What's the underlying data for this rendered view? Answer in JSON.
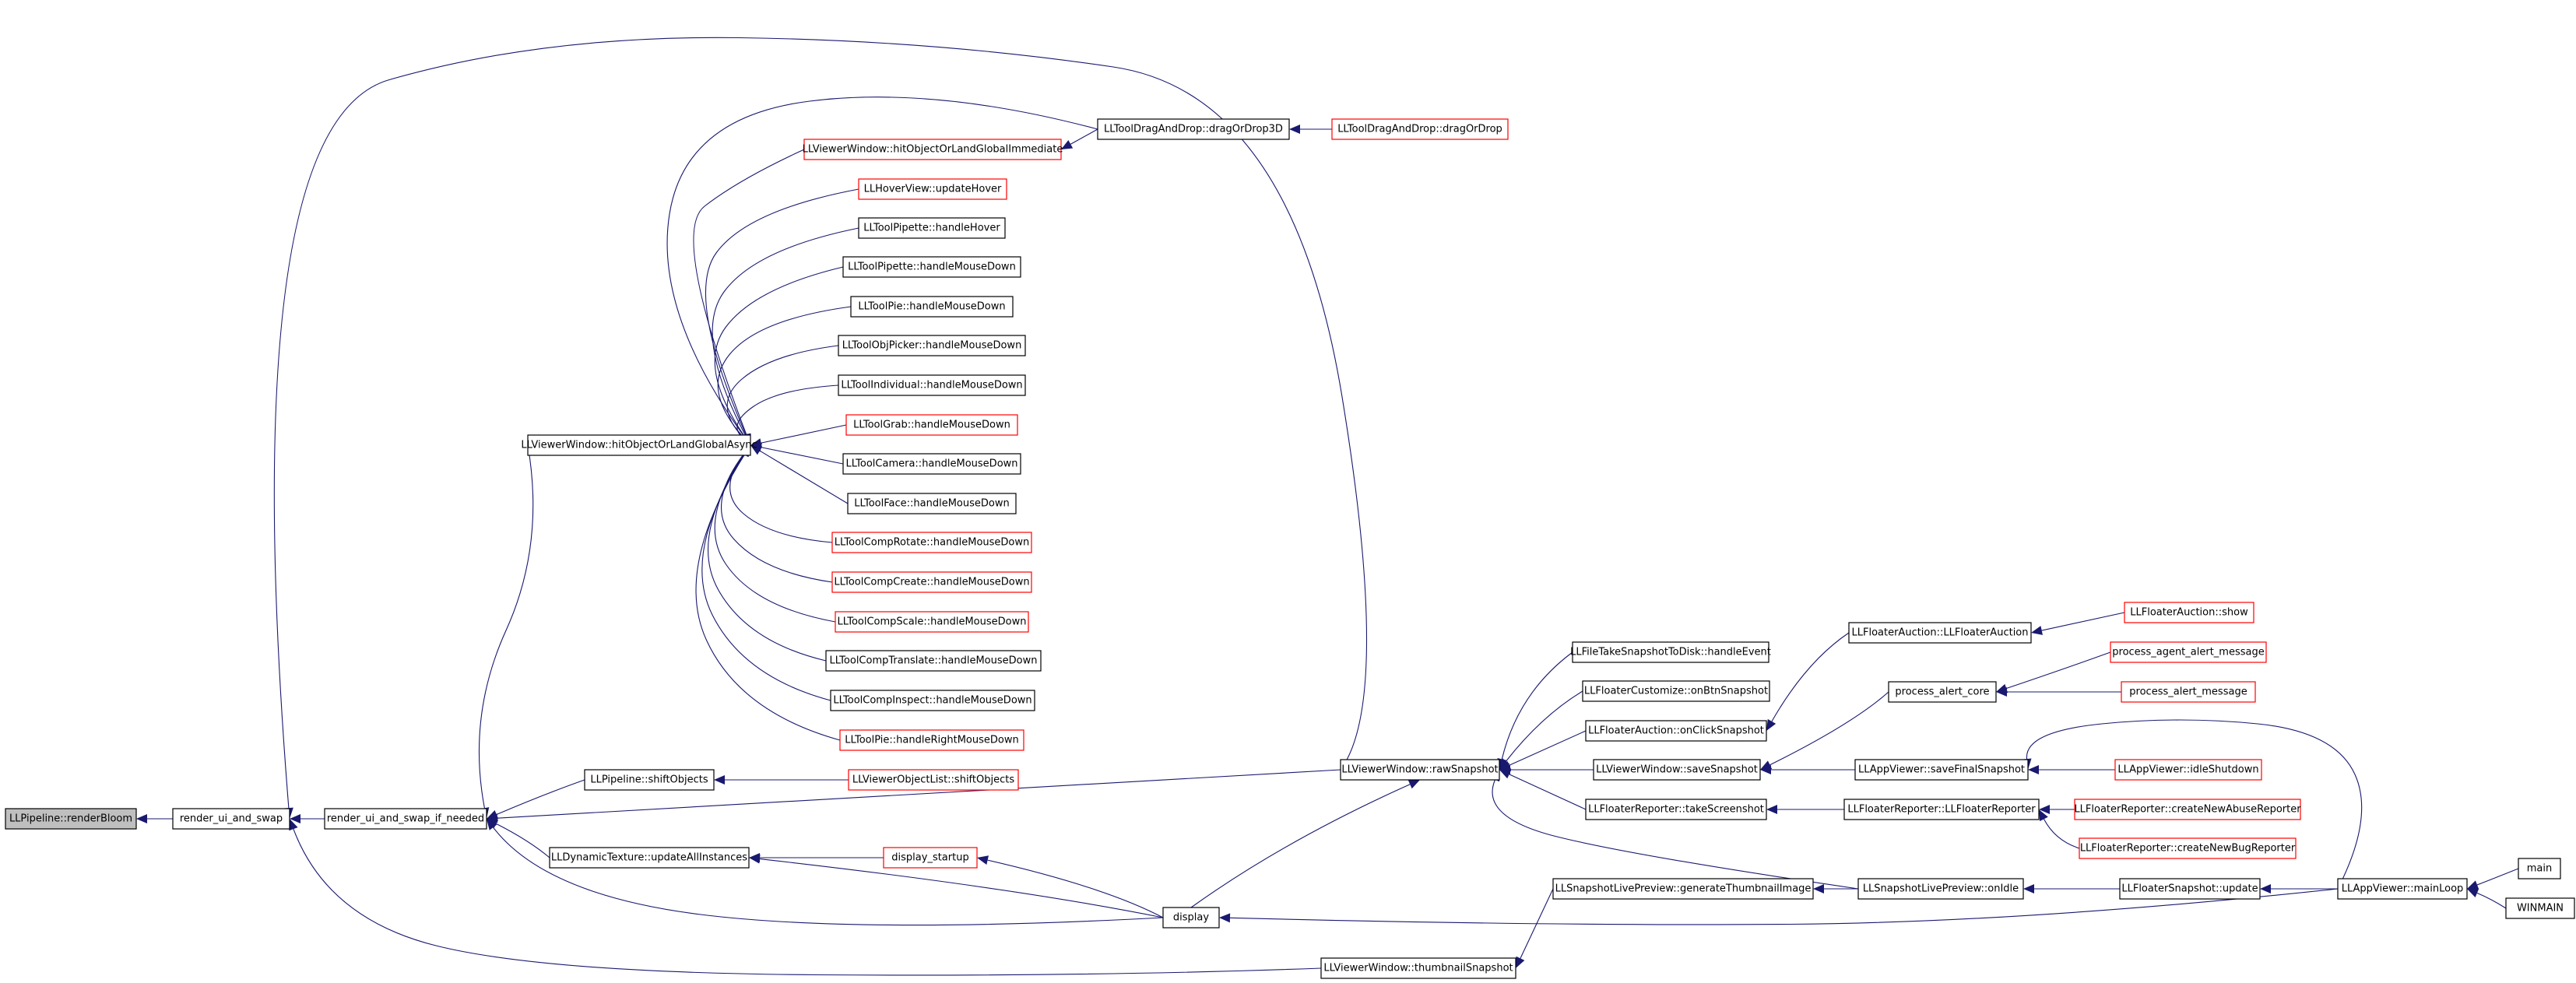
{
  "graph": {
    "edge_color": "#191970",
    "default_border": "#000000",
    "truncated_border": "#ff0000",
    "focus_fill": "#bfbfbf",
    "nodes": [
      {
        "id": "renderBloom",
        "label": "LLPipeline::renderBloom",
        "style": "focus"
      },
      {
        "id": "render_ui_and_swap",
        "label": "render_ui_and_swap",
        "style": "normal"
      },
      {
        "id": "render_ui_and_swap_if_needed",
        "label": "render_ui_and_swap_if_needed",
        "style": "normal"
      },
      {
        "id": "hitAsync",
        "label": "LLViewerWindow::hitObjectOrLandGlobalAsync",
        "style": "normal"
      },
      {
        "id": "hitImmediate",
        "label": "LLViewerWindow::hitObjectOrLandGlobalImmediate",
        "style": "truncated"
      },
      {
        "id": "dragOrDrop3D",
        "label": "LLToolDragAndDrop::dragOrDrop3D",
        "style": "normal"
      },
      {
        "id": "dragOrDrop",
        "label": "LLToolDragAndDrop::dragOrDrop",
        "style": "truncated"
      },
      {
        "id": "hoverUpdate",
        "label": "LLHoverView::updateHover",
        "style": "truncated"
      },
      {
        "id": "pipetteHover",
        "label": "LLToolPipette::handleHover",
        "style": "normal"
      },
      {
        "id": "pipetteDown",
        "label": "LLToolPipette::handleMouseDown",
        "style": "normal"
      },
      {
        "id": "pieDown",
        "label": "LLToolPie::handleMouseDown",
        "style": "normal"
      },
      {
        "id": "objPickerDown",
        "label": "LLToolObjPicker::handleMouseDown",
        "style": "normal"
      },
      {
        "id": "individualDown",
        "label": "LLToolIndividual::handleMouseDown",
        "style": "normal"
      },
      {
        "id": "grabDown",
        "label": "LLToolGrab::handleMouseDown",
        "style": "truncated"
      },
      {
        "id": "cameraDown",
        "label": "LLToolCamera::handleMouseDown",
        "style": "normal"
      },
      {
        "id": "faceDown",
        "label": "LLToolFace::handleMouseDown",
        "style": "normal"
      },
      {
        "id": "compRotateDown",
        "label": "LLToolCompRotate::handleMouseDown",
        "style": "truncated"
      },
      {
        "id": "compCreateDown",
        "label": "LLToolCompCreate::handleMouseDown",
        "style": "truncated"
      },
      {
        "id": "compScaleDown",
        "label": "LLToolCompScale::handleMouseDown",
        "style": "truncated"
      },
      {
        "id": "compTranslateDown",
        "label": "LLToolCompTranslate::handleMouseDown",
        "style": "normal"
      },
      {
        "id": "compInspectDown",
        "label": "LLToolCompInspect::handleMouseDown",
        "style": "normal"
      },
      {
        "id": "pieRightDown",
        "label": "LLToolPie::handleRightMouseDown",
        "style": "truncated"
      },
      {
        "id": "shiftObjects",
        "label": "LLPipeline::shiftObjects",
        "style": "normal"
      },
      {
        "id": "listShift",
        "label": "LLViewerObjectList::shiftObjects",
        "style": "truncated"
      },
      {
        "id": "updateAll",
        "label": "LLDynamicTexture::updateAllInstances",
        "style": "normal"
      },
      {
        "id": "displayStartup",
        "label": "display_startup",
        "style": "truncated"
      },
      {
        "id": "display",
        "label": "display",
        "style": "normal"
      },
      {
        "id": "rawSnapshot",
        "label": "LLViewerWindow::rawSnapshot",
        "style": "normal"
      },
      {
        "id": "thumbSnapshot",
        "label": "LLViewerWindow::thumbnailSnapshot",
        "style": "normal"
      },
      {
        "id": "fileTake",
        "label": "LLFileTakeSnapshotToDisk::handleEvent",
        "style": "normal"
      },
      {
        "id": "customizeBtn",
        "label": "LLFloaterCustomize::onBtnSnapshot",
        "style": "normal"
      },
      {
        "id": "auctionClick",
        "label": "LLFloaterAuction::onClickSnapshot",
        "style": "normal"
      },
      {
        "id": "saveSnapshot",
        "label": "LLViewerWindow::saveSnapshot",
        "style": "normal"
      },
      {
        "id": "takeScreenshot",
        "label": "LLFloaterReporter::takeScreenshot",
        "style": "normal"
      },
      {
        "id": "genThumb",
        "label": "LLSnapshotLivePreview::generateThumbnailImage",
        "style": "normal"
      },
      {
        "id": "auctionCtor",
        "label": "LLFloaterAuction::LLFloaterAuction",
        "style": "normal"
      },
      {
        "id": "alertCore",
        "label": "process_alert_core",
        "style": "normal"
      },
      {
        "id": "saveFinal",
        "label": "LLAppViewer::saveFinalSnapshot",
        "style": "normal"
      },
      {
        "id": "reporterCtor",
        "label": "LLFloaterReporter::LLFloaterReporter",
        "style": "normal"
      },
      {
        "id": "onIdle",
        "label": "LLSnapshotLivePreview::onIdle",
        "style": "normal"
      },
      {
        "id": "auctionShow",
        "label": "LLFloaterAuction::show",
        "style": "truncated"
      },
      {
        "id": "agentAlert",
        "label": "process_agent_alert_message",
        "style": "truncated"
      },
      {
        "id": "alertMsg",
        "label": "process_alert_message",
        "style": "truncated"
      },
      {
        "id": "idleShutdown",
        "label": "LLAppViewer::idleShutdown",
        "style": "truncated"
      },
      {
        "id": "abuseReporter",
        "label": "LLFloaterReporter::createNewAbuseReporter",
        "style": "truncated"
      },
      {
        "id": "bugReporter",
        "label": "LLFloaterReporter::createNewBugReporter",
        "style": "truncated"
      },
      {
        "id": "snapUpdate",
        "label": "LLFloaterSnapshot::update",
        "style": "normal"
      },
      {
        "id": "mainLoop",
        "label": "LLAppViewer::mainLoop",
        "style": "normal"
      },
      {
        "id": "main",
        "label": "main",
        "style": "normal"
      },
      {
        "id": "winmain",
        "label": "WINMAIN",
        "style": "normal"
      }
    ],
    "edges": [
      [
        "render_ui_and_swap",
        "renderBloom"
      ],
      [
        "render_ui_and_swap_if_needed",
        "render_ui_and_swap"
      ],
      [
        "rawSnapshot",
        "render_ui_and_swap"
      ],
      [
        "thumbSnapshot",
        "render_ui_and_swap"
      ],
      [
        "hitAsync",
        "render_ui_and_swap_if_needed"
      ],
      [
        "shiftObjects",
        "render_ui_and_swap_if_needed"
      ],
      [
        "updateAll",
        "render_ui_and_swap_if_needed"
      ],
      [
        "rawSnapshot",
        "render_ui_and_swap_if_needed"
      ],
      [
        "display",
        "render_ui_and_swap_if_needed"
      ],
      [
        "hitImmediate",
        "hitAsync"
      ],
      [
        "dragOrDrop3D",
        "hitAsync"
      ],
      [
        "hoverUpdate",
        "hitAsync"
      ],
      [
        "pipetteHover",
        "hitAsync"
      ],
      [
        "pipetteDown",
        "hitAsync"
      ],
      [
        "pieDown",
        "hitAsync"
      ],
      [
        "objPickerDown",
        "hitAsync"
      ],
      [
        "individualDown",
        "hitAsync"
      ],
      [
        "grabDown",
        "hitAsync"
      ],
      [
        "cameraDown",
        "hitAsync"
      ],
      [
        "faceDown",
        "hitAsync"
      ],
      [
        "compRotateDown",
        "hitAsync"
      ],
      [
        "compCreateDown",
        "hitAsync"
      ],
      [
        "compScaleDown",
        "hitAsync"
      ],
      [
        "compTranslateDown",
        "hitAsync"
      ],
      [
        "compInspectDown",
        "hitAsync"
      ],
      [
        "pieRightDown",
        "hitAsync"
      ],
      [
        "dragOrDrop3D",
        "hitImmediate"
      ],
      [
        "dragOrDrop",
        "dragOrDrop3D"
      ],
      [
        "listShift",
        "shiftObjects"
      ],
      [
        "displayStartup",
        "updateAll"
      ],
      [
        "display",
        "updateAll"
      ],
      [
        "display",
        "displayStartup"
      ],
      [
        "mainLoop",
        "display"
      ],
      [
        "fileTake",
        "rawSnapshot"
      ],
      [
        "customizeBtn",
        "rawSnapshot"
      ],
      [
        "auctionClick",
        "rawSnapshot"
      ],
      [
        "saveSnapshot",
        "rawSnapshot"
      ],
      [
        "takeScreenshot",
        "rawSnapshot"
      ],
      [
        "onIdle",
        "rawSnapshot"
      ],
      [
        "display",
        "rawSnapshot"
      ],
      [
        "genThumb",
        "thumbSnapshot"
      ],
      [
        "auctionCtor",
        "auctionClick"
      ],
      [
        "alertCore",
        "saveSnapshot"
      ],
      [
        "saveFinal",
        "saveSnapshot"
      ],
      [
        "reporterCtor",
        "takeScreenshot"
      ],
      [
        "onIdle",
        "genThumb"
      ],
      [
        "snapUpdate",
        "onIdle"
      ],
      [
        "auctionShow",
        "auctionCtor"
      ],
      [
        "agentAlert",
        "alertCore"
      ],
      [
        "alertMsg",
        "alertCore"
      ],
      [
        "idleShutdown",
        "saveFinal"
      ],
      [
        "mainLoop",
        "saveFinal"
      ],
      [
        "abuseReporter",
        "reporterCtor"
      ],
      [
        "bugReporter",
        "reporterCtor"
      ],
      [
        "mainLoop",
        "snapUpdate"
      ],
      [
        "main",
        "mainLoop"
      ],
      [
        "winmain",
        "mainLoop"
      ]
    ]
  }
}
